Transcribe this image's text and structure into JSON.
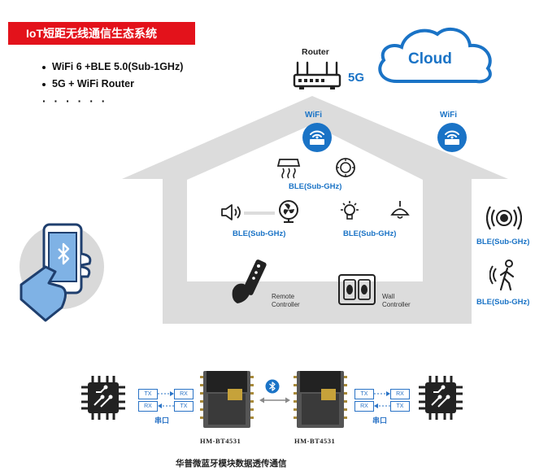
{
  "title": "IoT短距无线通信生态系统",
  "bullets": [
    "WiFi 6 +BLE 5.0(Sub-1GHz)",
    "5G + WiFi Router"
  ],
  "ellipsis": "· · · · · ·",
  "router_label": "Router",
  "fiveg_label": "5G",
  "cloud_label": "Cloud",
  "wifi_labels": [
    "WiFi",
    "WiFi"
  ],
  "ble_labels": {
    "top": "BLE(Sub-GHz)",
    "left": "BLE(Sub-GHz)",
    "right": "BLE(Sub-GHz)",
    "outside_top": "BLE(Sub-GHz)",
    "outside_bottom": "BLE(Sub-GHz)"
  },
  "remote_label": [
    "Remote",
    "Controller"
  ],
  "wall_label": [
    "Wall",
    "Controller"
  ],
  "module": {
    "left_name": "HM-BT4531",
    "right_name": "HM-BT4531",
    "pins": {
      "tx": "TX",
      "rx": "RX"
    },
    "port_label": "串口",
    "caption": "华普微蓝牙模块数据透传通信"
  },
  "colors": {
    "accent": "#1a73c6",
    "banner": "#e3121b",
    "house": "#dcdcdc"
  }
}
